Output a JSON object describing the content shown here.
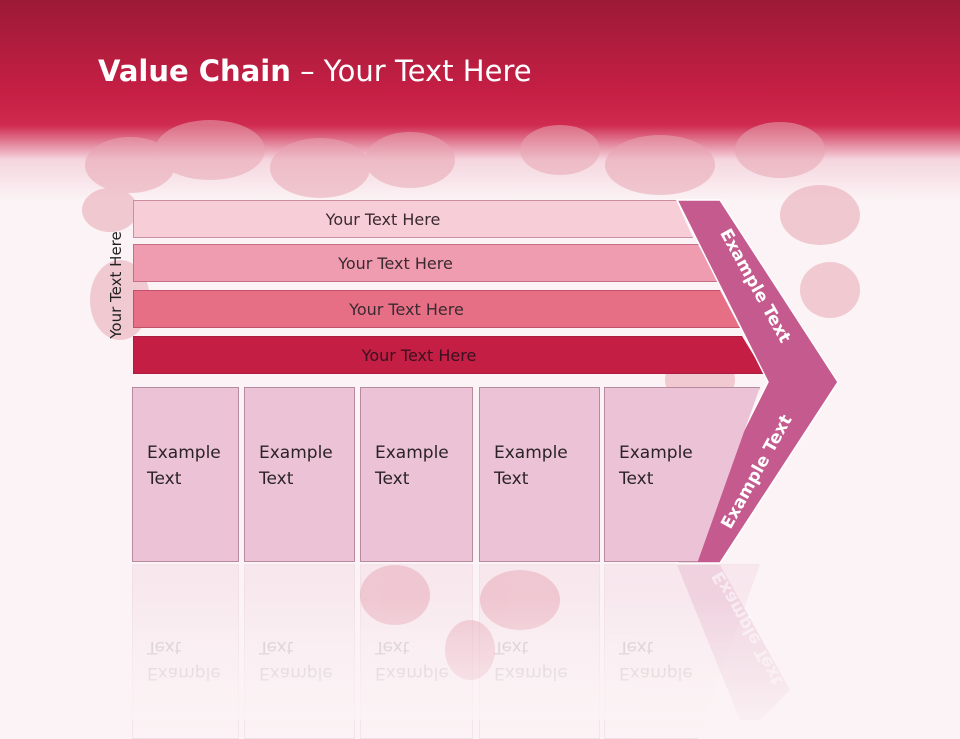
{
  "title": {
    "bold": "Value Chain",
    "rest": " – Your Text Here"
  },
  "side_label": "Your Text Here",
  "bars": [
    {
      "label": "Your Text Here"
    },
    {
      "label": "Your Text Here"
    },
    {
      "label": "Your Text Here"
    },
    {
      "label": "Your Text Here"
    }
  ],
  "columns": [
    {
      "line1": "Example",
      "line2": "Text"
    },
    {
      "line1": "Example",
      "line2": "Text"
    },
    {
      "line1": "Example",
      "line2": "Text"
    },
    {
      "line1": "Example",
      "line2": "Text"
    },
    {
      "line1": "Example",
      "line2": "Text"
    }
  ],
  "chevron": {
    "top_label": "Example Text",
    "bottom_label": "Example Text"
  },
  "colors": {
    "header": "#c71f45",
    "bar_lightest": "#f7cdd8",
    "bar_light": "#ef9bb0",
    "bar_mid": "#e66f86",
    "bar_dark": "#c41e44",
    "column_fill": "#ecc3d6",
    "chevron_fill": "#c55a8e"
  }
}
